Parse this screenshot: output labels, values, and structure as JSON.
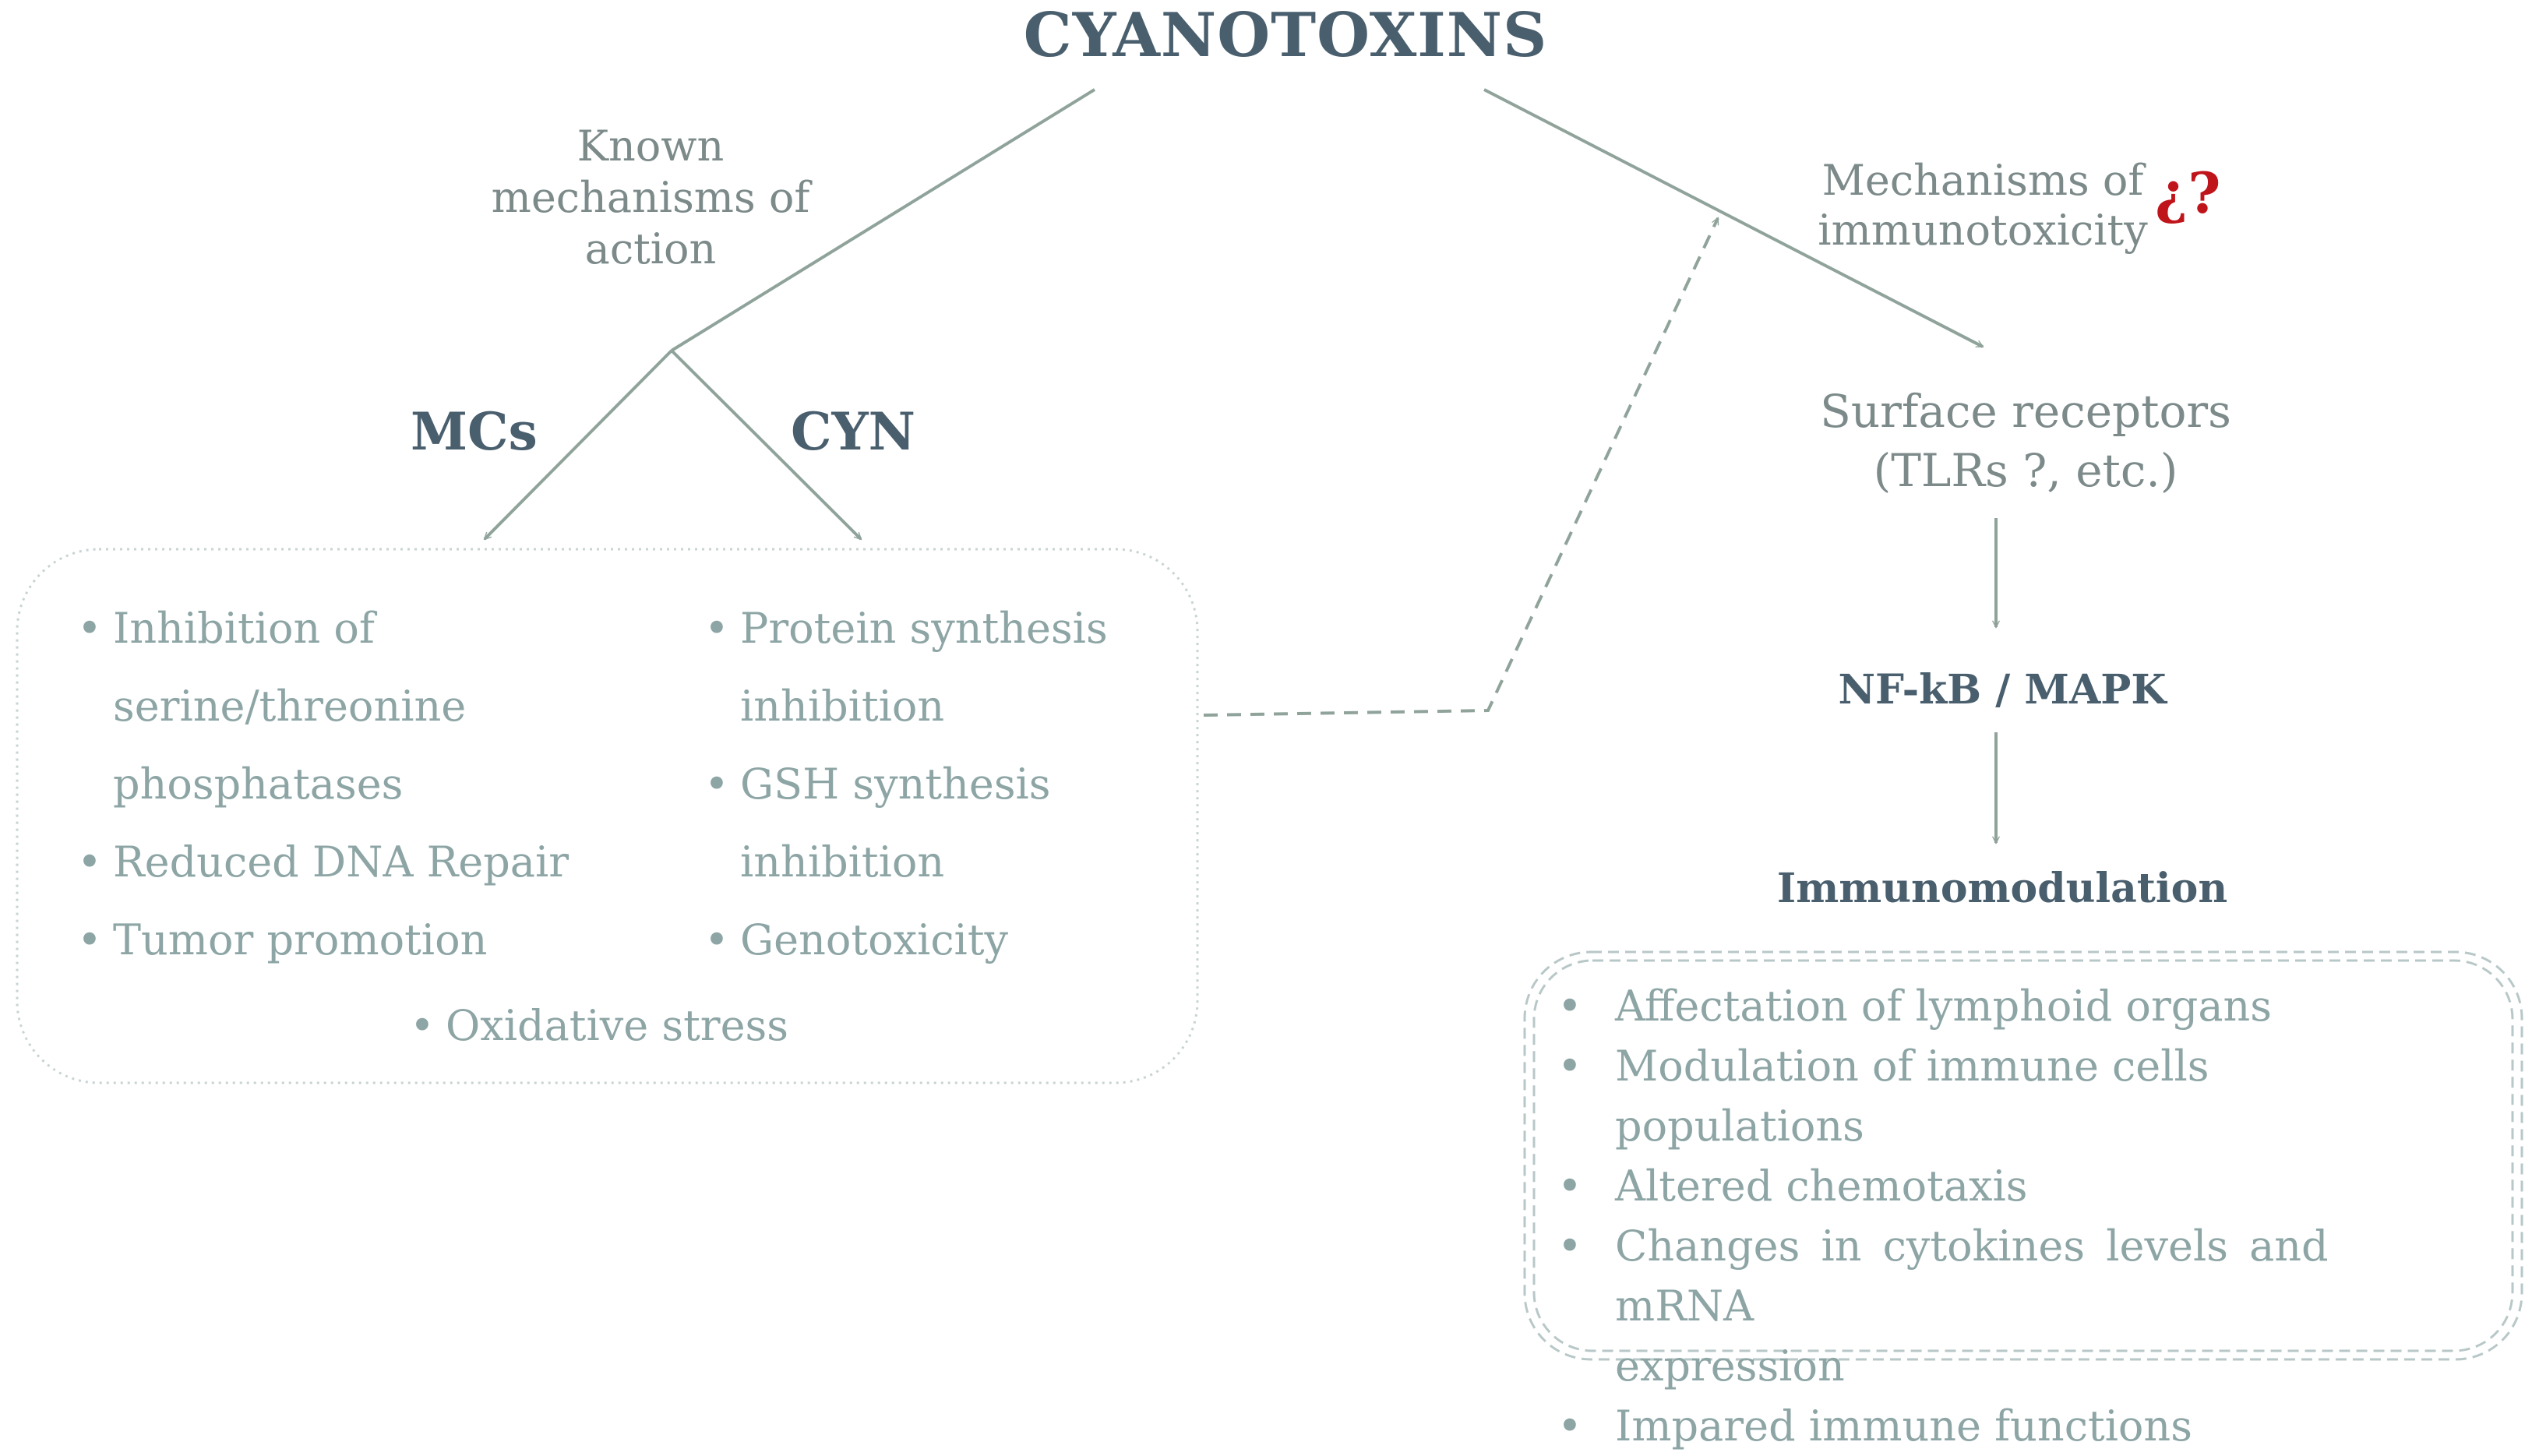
{
  "title": "CYANOTOXINS",
  "left_branch": {
    "label_lines": [
      "Known",
      "mechanisms of",
      "action"
    ],
    "mcs_label": "MCs",
    "cyn_label": "CYN"
  },
  "right_branch": {
    "label_lines": [
      "Mechanisms of",
      "immunotoxicity"
    ],
    "question_mark": "¿?",
    "surface_receptors_lines": [
      "Surface receptors",
      "(TLRs ?, etc.)"
    ],
    "pathway": "NF-kB / MAPK",
    "outcome": "Immunomodulation"
  },
  "mcs_effects": [
    [
      "Inhibition of",
      "serine/threonine",
      "phosphatases"
    ],
    [
      "Reduced DNA Repair"
    ],
    [
      "Tumor promotion"
    ]
  ],
  "cyn_effects": [
    [
      "Protein synthesis",
      "inhibition"
    ],
    [
      "GSH synthesis",
      "inhibition"
    ],
    [
      "Genotoxicity"
    ]
  ],
  "shared_effect": "Oxidative stress",
  "immune_effects": [
    [
      "Affectation of lymphoid organs"
    ],
    [
      "Modulation of immune cells populations"
    ],
    [
      "Altered chemotaxis"
    ],
    [
      "Changes in cytokines levels and mRNA",
      "expression"
    ],
    [
      "Impared immune functions"
    ]
  ],
  "bullet_symbol": "•",
  "colors": {
    "title": "#4a5f6e",
    "text": "#8ea5a5",
    "lines": "#8fa39a",
    "question": "#c0141b"
  }
}
